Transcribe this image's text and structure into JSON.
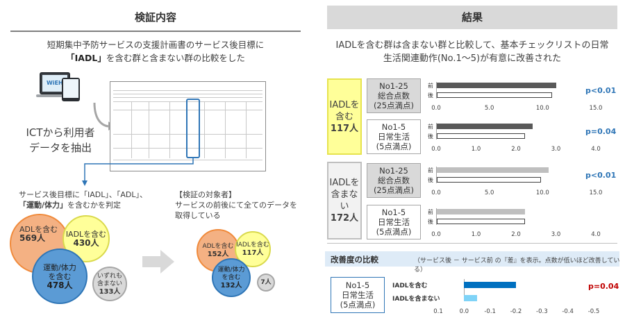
{
  "left": {
    "title": "検証内容",
    "desc_line1": "短期集中予防サービスの支援計画書のサービス後目標に",
    "desc_line2_bold": "「IADL」",
    "desc_line2_rest": "を含む群と含まない群の比較をした",
    "monitor_text": "WiEH",
    "ict_line1": "ICTから利用者",
    "ict_line2": "データを抽出",
    "judge_line1": "サービス後目標に「IADL」、「ADL」、",
    "judge_line2_bold": "「運動/体力」",
    "judge_line2_rest": "を含むかを判定",
    "target_line1": "【検証の対象者】",
    "target_line2": "サービスの前後にて全てのデータを",
    "target_line3": "取得している",
    "circles_all": {
      "adl_label": "ADLを含む",
      "adl_count": "569人",
      "iadl_label": "IADLを含む",
      "iadl_count": "430人",
      "undo_label1": "運動/体力",
      "undo_label2": "を含む",
      "undo_count": "478人",
      "none_label1": "いずれも",
      "none_label2": "含まない",
      "none_count": "133人"
    },
    "circles_target": {
      "adl_label": "ADLを含む",
      "adl_count": "152人",
      "iadl_label": "IADLを含む",
      "iadl_count": "117人",
      "undo_label1": "運動/体力",
      "undo_label2": "を含む",
      "undo_count": "132人",
      "none_count": "7人"
    }
  },
  "right": {
    "title": "結果",
    "desc_line1": "IADLを含む群は含まない群と比較して、基本チェックリストの日常",
    "desc_line2": "生活関連動作(No.1～5)が有意に改善された",
    "groups": [
      {
        "line1": "IADLを",
        "line2": "含む",
        "count": "117人"
      },
      {
        "line1": "IADLを",
        "line2": "含まない",
        "count": "172人"
      }
    ],
    "measures": {
      "total": {
        "line1": "No1-25",
        "line2": "総合点数",
        "line3": "(25点満点)"
      },
      "daily": {
        "line1": "No1-5",
        "line2": "日常生活",
        "line3": "(5点満点)"
      }
    },
    "pre_label": "前",
    "post_label": "後",
    "improvement": {
      "title": "改善度の比較",
      "note": "（サービス後 － サービス前 の『差』を表示。点数が低いほど改善している）",
      "box_line1": "No1-5",
      "box_line2": "日常生活",
      "box_line3": "(5点満点)",
      "label_iadl": "IADLを含む",
      "label_no_iadl": "IADLを含まない",
      "p_value": "p=0.04"
    }
  },
  "chart_data": [
    {
      "type": "bar",
      "orientation": "horizontal",
      "group": "IADLを含む 117人",
      "measure": "No1-25 総合点数(25点満点)",
      "categories": [
        "前",
        "後"
      ],
      "values": [
        11.2,
        10.8
      ],
      "ticks": [
        "0.0",
        "5.0",
        "10.0",
        "15.0"
      ],
      "xlim": [
        0,
        15
      ],
      "p_value": "p<0.01"
    },
    {
      "type": "bar",
      "orientation": "horizontal",
      "group": "IADLを含む 117人",
      "measure": "No1-5 日常生活(5点満点)",
      "categories": [
        "前",
        "後"
      ],
      "values": [
        2.4,
        2.2
      ],
      "ticks": [
        "0.0",
        "1.0",
        "2.0",
        "3.0",
        "4.0"
      ],
      "xlim": [
        0,
        4
      ],
      "p_value": "p=0.04"
    },
    {
      "type": "bar",
      "orientation": "horizontal",
      "group": "IADLを含まない 172人",
      "measure": "No1-25 総合点数(25点満点)",
      "categories": [
        "前",
        "後"
      ],
      "values": [
        10.5,
        9.8
      ],
      "ticks": [
        "0.0",
        "5.0",
        "10.0",
        "15.0"
      ],
      "xlim": [
        0,
        15
      ],
      "p_value": "p<0.01"
    },
    {
      "type": "bar",
      "orientation": "horizontal",
      "group": "IADLを含まない 172人",
      "measure": "No1-5 日常生活(5点満点)",
      "categories": [
        "前",
        "後"
      ],
      "values": [
        2.2,
        2.2
      ],
      "ticks": [
        "0.0",
        "1.0",
        "2.0",
        "3.0",
        "4.0"
      ],
      "xlim": [
        0,
        4
      ],
      "p_value": ""
    },
    {
      "type": "bar",
      "orientation": "horizontal",
      "measure": "改善度 No1-5 日常生活",
      "categories": [
        "IADLを含む",
        "IADLを含まない"
      ],
      "values": [
        -0.2,
        -0.05
      ],
      "ticks": [
        "0.1",
        "0.0",
        "-0.1",
        "-0.2",
        "-0.3",
        "-0.4",
        "-0.5"
      ],
      "xlim": [
        0.1,
        -0.5
      ],
      "p_value": "p=0.04",
      "colors": {
        "IADLを含む": "#0070c0",
        "IADLを含まない": "#7fd3f7"
      }
    }
  ]
}
